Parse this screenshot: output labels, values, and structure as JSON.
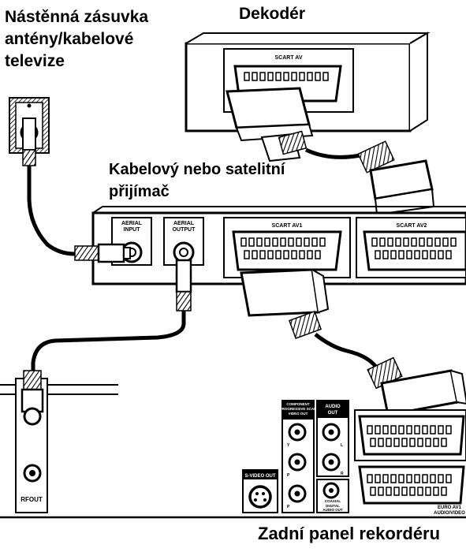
{
  "labels": {
    "antenna_outlet": "Nástěnná zásuvka antény/kabelové televize",
    "decoder": "Dekodér",
    "receiver": "Kabelový nebo satelitní přijímač",
    "recorder_rear": "Zadní panel rekordéru"
  },
  "panel_text": {
    "decoder_scart": "SCART AV",
    "aerial_input": [
      "AERIAL",
      "INPUT"
    ],
    "aerial_output": [
      "AERIAL",
      "OUTPUT"
    ],
    "scart_av1": "SCART AV1",
    "scart_av2": "SCART AV2",
    "rf_out": "RFOUT",
    "component": [
      "COMPONENT",
      "PROGRESSIVE SCAN",
      "VIDEO OUT"
    ],
    "audio_out": [
      "AUDIO",
      "OUT"
    ],
    "s_video_out": "S-VIDEO OUT",
    "coaxial": "COAXIAL",
    "digital_audio_out": [
      "DIGITAL",
      "AUDIO OUT"
    ],
    "euro_av1": [
      "EURO AV1",
      "AUDIO/VIDEO"
    ],
    "jack_y": "Y",
    "jack_pb": "P",
    "jack_pr": "P",
    "jack_l": "L",
    "jack_r": "R"
  }
}
